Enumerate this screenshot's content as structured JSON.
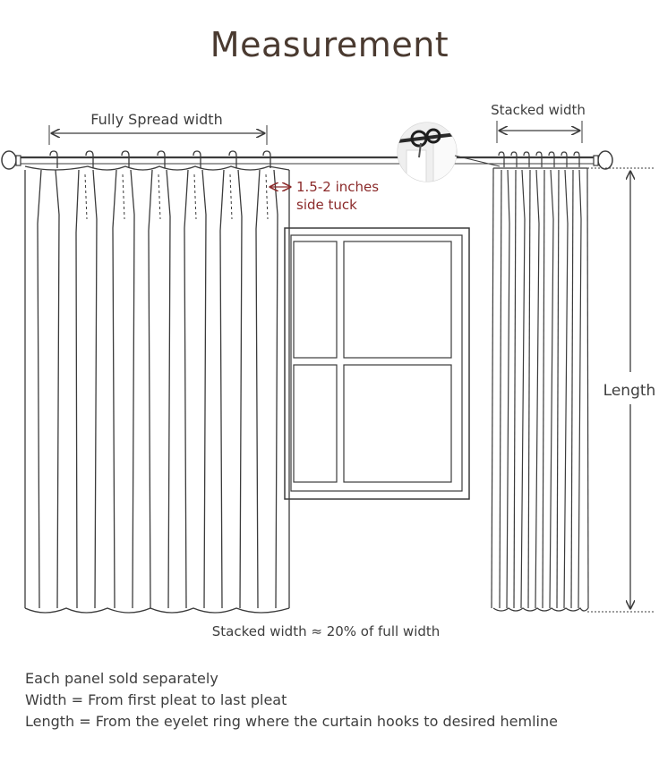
{
  "title": "Measurement",
  "labels": {
    "fully_spread_width": "Fully Spread width",
    "stacked_width": "Stacked width",
    "side_tuck_line1": "1.5-2 inches",
    "side_tuck_line2": "side tuck",
    "length": "Length",
    "stacked_ratio": "Stacked width ≈ 20% of full width"
  },
  "notes": [
    "Each panel sold separately",
    "Width = From first pleat to last pleat",
    "Length = From the eyelet ring where the curtain hooks to desired hemline"
  ],
  "colors": {
    "line": "#3b3b3b",
    "accent": "#8b2a2a",
    "title": "#4a3a30"
  },
  "icons": [
    "curtain-hook-detail-icon"
  ]
}
